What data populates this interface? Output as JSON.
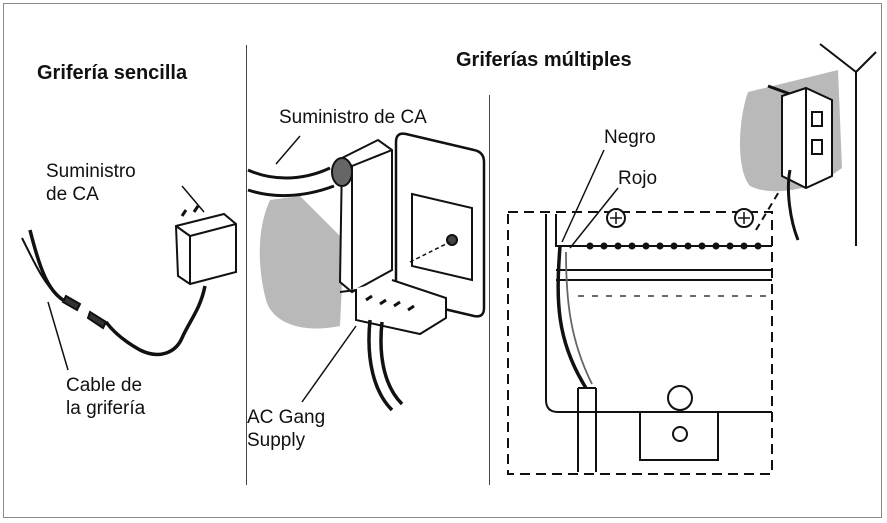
{
  "panels": {
    "single": {
      "title": "Grifería sencilla",
      "power_label_line1": "Suministro",
      "power_label_line2": "de CA",
      "cable_label_line1": "Cable de",
      "cable_label_line2": "la grifería"
    },
    "multiple": {
      "title": "Griferías múltiples",
      "power_label": "Suministro de CA",
      "gang_label_line1": "AC Gang",
      "gang_label_line2": "Supply",
      "wire_black": "Negro",
      "wire_red": "Rojo"
    }
  }
}
